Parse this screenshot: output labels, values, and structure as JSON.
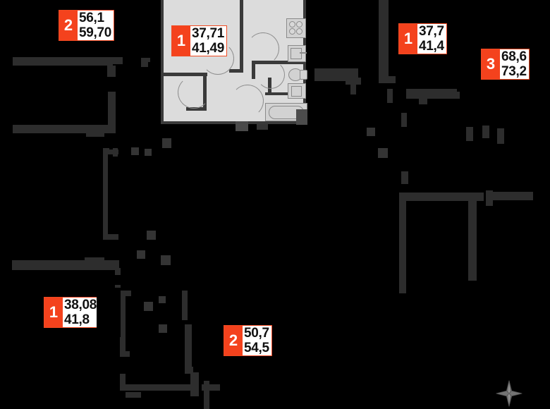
{
  "view": {
    "background_color": "#000000",
    "lit_unit_color": "#dcdcdc",
    "dim_wall_color": "#2d2d2d",
    "accent_color": "#f4421d"
  },
  "badges": [
    {
      "id": "badge-top-left",
      "rooms": "2",
      "area_total": "56,1",
      "area_with_balcony": "59,70"
    },
    {
      "id": "badge-center",
      "rooms": "1",
      "area_total": "37,71",
      "area_with_balcony": "41,49"
    },
    {
      "id": "badge-top-right",
      "rooms": "1",
      "area_total": "37,7",
      "area_with_balcony": "41,4"
    },
    {
      "id": "badge-far-right",
      "rooms": "3",
      "area_total": "68,6",
      "area_with_balcony": "73,2"
    },
    {
      "id": "badge-bottom-left",
      "rooms": "1",
      "area_total": "38,08",
      "area_with_balcony": "41,8"
    },
    {
      "id": "badge-bottom-mid",
      "rooms": "2",
      "area_total": "50,7",
      "area_with_balcony": "54,5"
    }
  ],
  "fixtures": {
    "stove": "stove-4-burner",
    "kitchen_sink": "kitchen-sink",
    "toilet": "toilet",
    "bathroom_sink": "bathroom-sink",
    "bathtub": "bathtub"
  },
  "watermark": {
    "name": "compass-rose"
  }
}
